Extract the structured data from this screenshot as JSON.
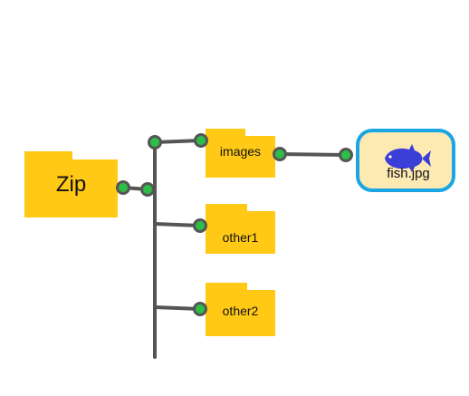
{
  "colors": {
    "folder": "#FFC916",
    "connector": "#555555",
    "node_fill": "#2DBE47",
    "file_fill": "#FDE9B2",
    "file_border": "#1AA6E2",
    "fish": "#3B3FD8"
  },
  "root": {
    "label": "Zip",
    "icon": "folder-icon"
  },
  "children": [
    {
      "label": "images",
      "icon": "folder-icon"
    },
    {
      "label": "other1",
      "icon": "folder-icon"
    },
    {
      "label": "other2",
      "icon": "folder-icon"
    }
  ],
  "file": {
    "label": "fish.jpg",
    "icon": "fish-icon"
  }
}
